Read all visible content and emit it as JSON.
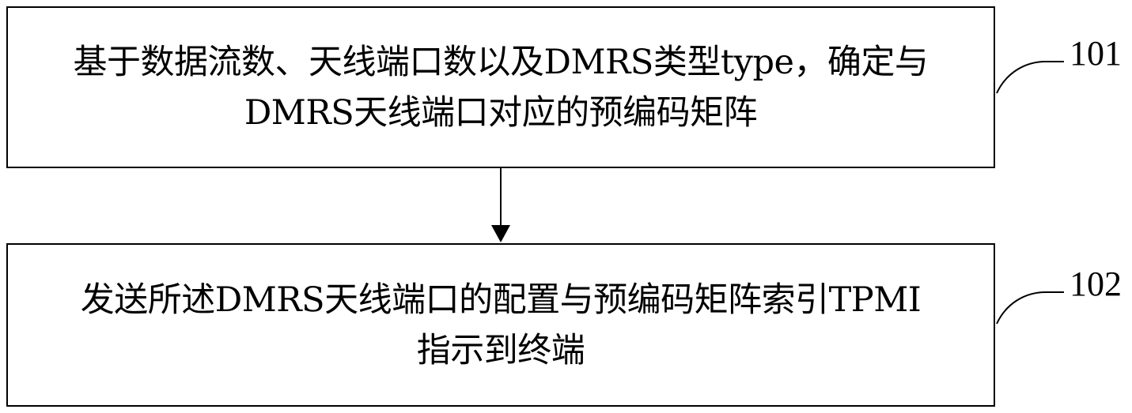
{
  "steps": [
    {
      "label": "101",
      "lines": [
        "基于数据流数、天线端口数以及DMRS类型type，确定与",
        "DMRS天线端口对应的预编码矩阵"
      ]
    },
    {
      "label": "102",
      "lines": [
        "发送所述DMRS天线端口的配置与预编码矩阵索引TPMI",
        "指示到终端"
      ]
    }
  ]
}
